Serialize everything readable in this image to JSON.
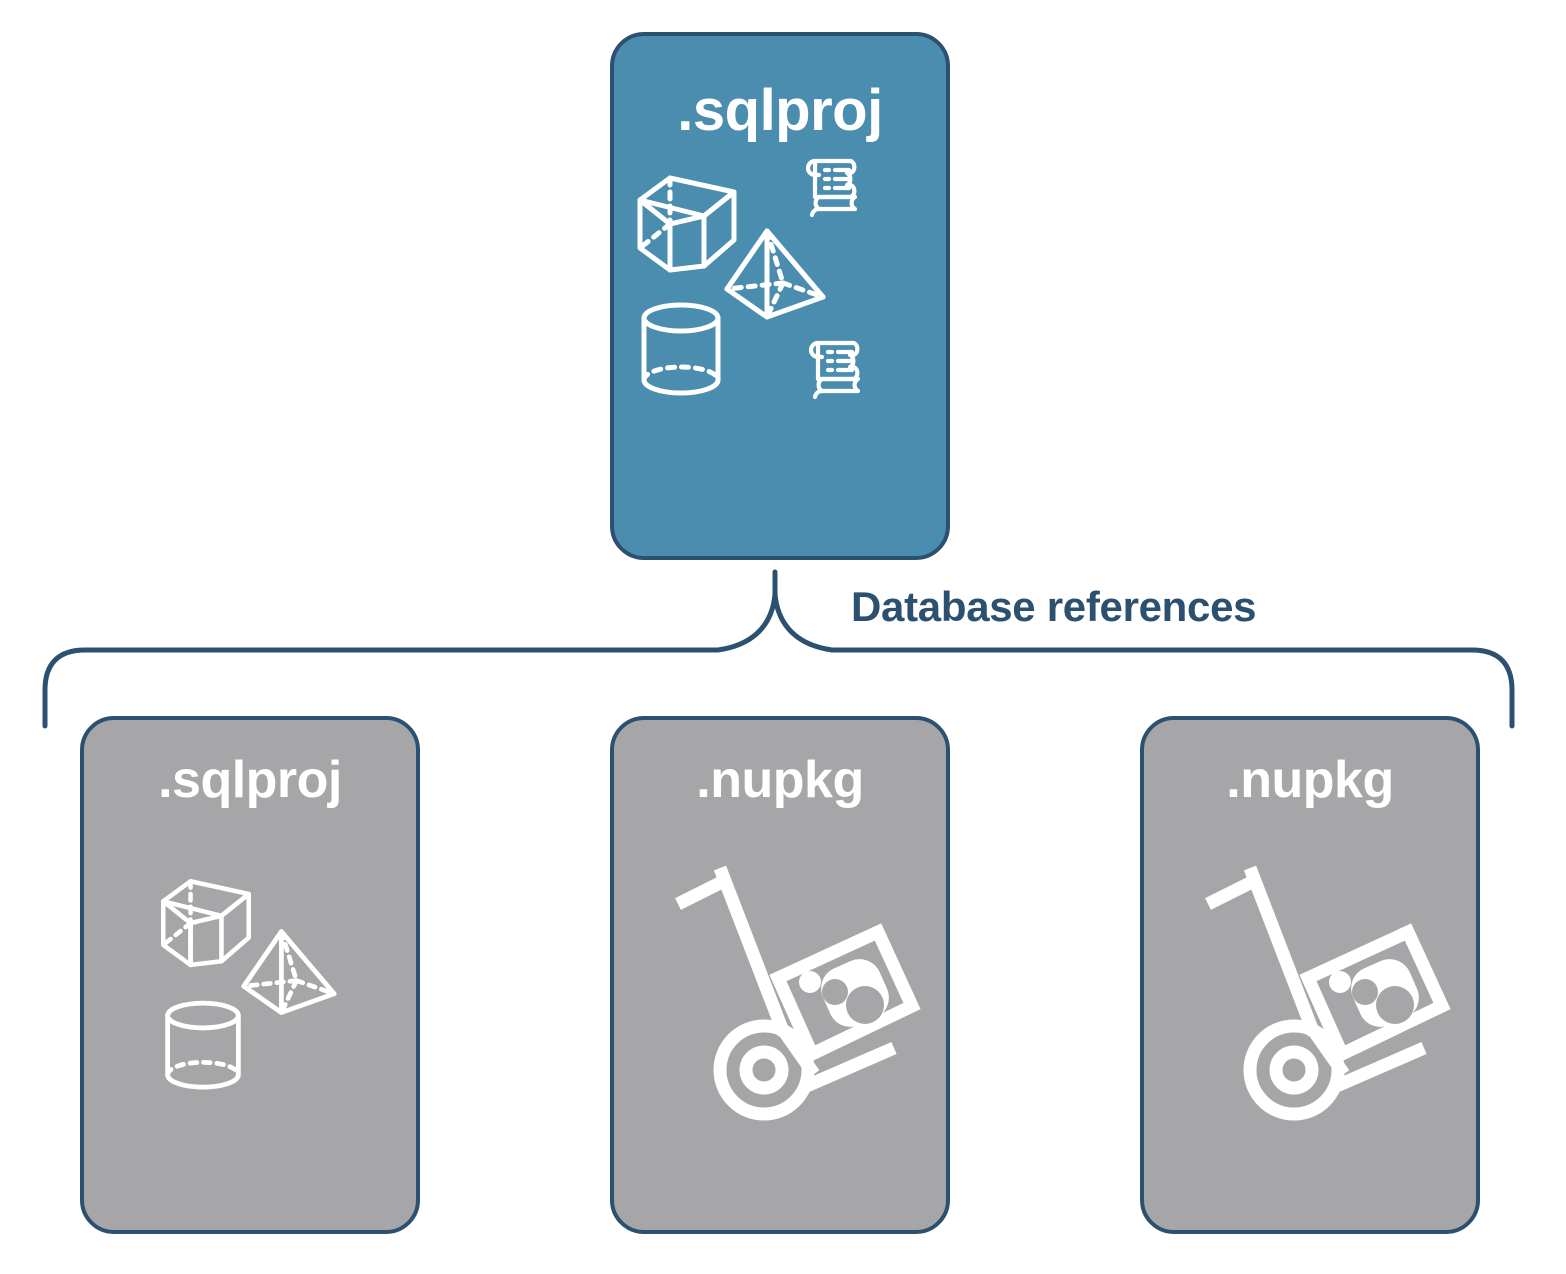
{
  "diagram": {
    "title": "Database references",
    "colors": {
      "primary_fill": "#4A8DAF",
      "secondary_fill": "#A6A6A8",
      "stroke": "#2C5070",
      "icon": "#FFFFFF",
      "background": "#FFFFFF"
    }
  },
  "nodes": {
    "main": {
      "label": ".sqlproj",
      "fill": "primary",
      "icons": [
        "cube-icon",
        "scroll-icon",
        "pyramid-icon",
        "cylinder-icon",
        "scroll-icon"
      ]
    },
    "references": [
      {
        "label": ".sqlproj",
        "fill": "secondary",
        "icons": [
          "cube-icon",
          "pyramid-icon",
          "cylinder-icon"
        ]
      },
      {
        "label": ".nupkg",
        "fill": "secondary",
        "icons": [
          "hand-truck-package-icon"
        ]
      },
      {
        "label": ".nupkg",
        "fill": "secondary",
        "icons": [
          "hand-truck-package-icon"
        ]
      }
    ]
  },
  "connector": {
    "type": "curly-brace",
    "label": "Database references",
    "orientation": "down"
  }
}
